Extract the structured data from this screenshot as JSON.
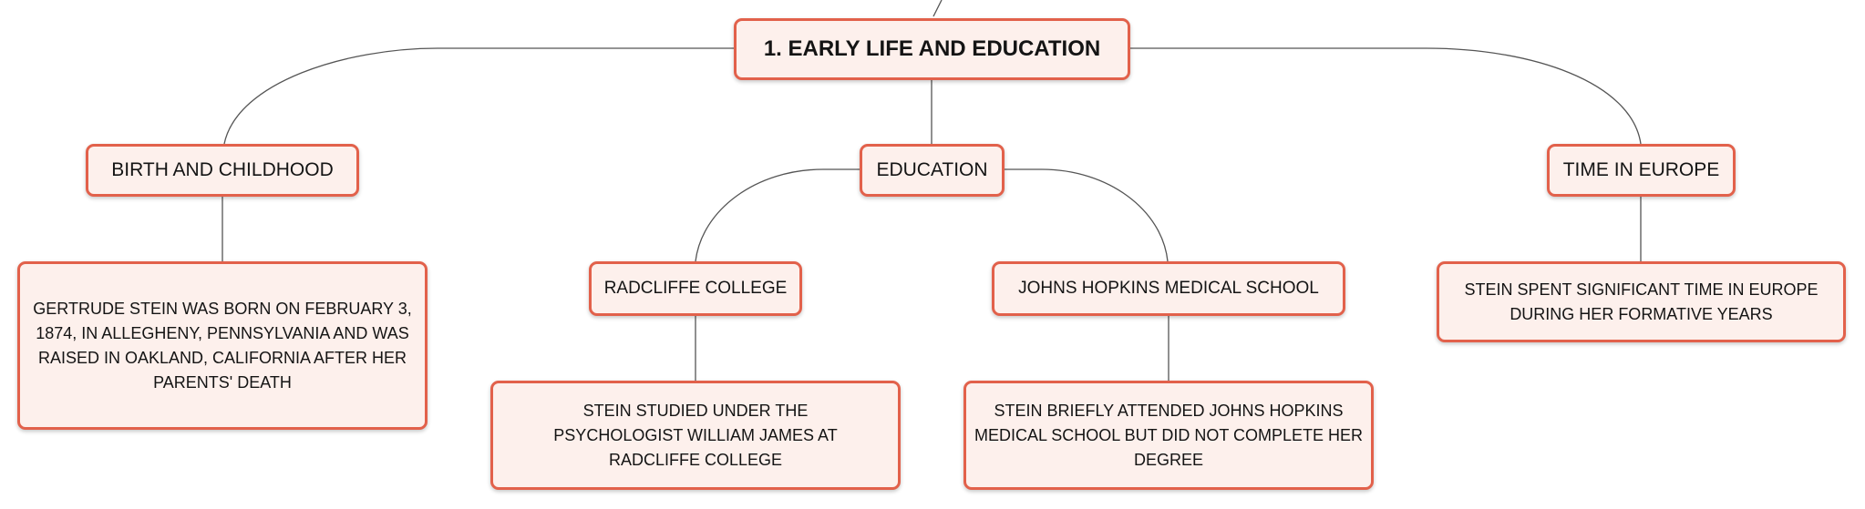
{
  "colors": {
    "node_fill": "#fdf0ec",
    "node_border": "#e2614b",
    "connector": "#555555"
  },
  "root": {
    "label": "1. EARLY LIFE AND EDUCATION"
  },
  "branches": {
    "birth_childhood": {
      "label": "BIRTH AND CHILDHOOD",
      "detail": "GERTRUDE STEIN WAS BORN ON FEBRUARY 3, 1874, IN ALLEGHENY, PENNSYLVANIA AND WAS RAISED IN OAKLAND, CALIFORNIA AFTER HER PARENTS' DEATH"
    },
    "education": {
      "label": "EDUCATION",
      "radcliffe": {
        "label": "RADCLIFFE COLLEGE",
        "detail": "STEIN STUDIED UNDER THE PSYCHOLOGIST WILLIAM JAMES AT RADCLIFFE COLLEGE"
      },
      "johns_hopkins": {
        "label": "JOHNS HOPKINS MEDICAL SCHOOL",
        "detail": "STEIN BRIEFLY ATTENDED JOHNS HOPKINS MEDICAL SCHOOL BUT DID NOT COMPLETE HER DEGREE"
      }
    },
    "time_in_europe": {
      "label": "TIME IN EUROPE",
      "detail": "STEIN SPENT SIGNIFICANT TIME IN EUROPE DURING HER FORMATIVE YEARS"
    }
  }
}
